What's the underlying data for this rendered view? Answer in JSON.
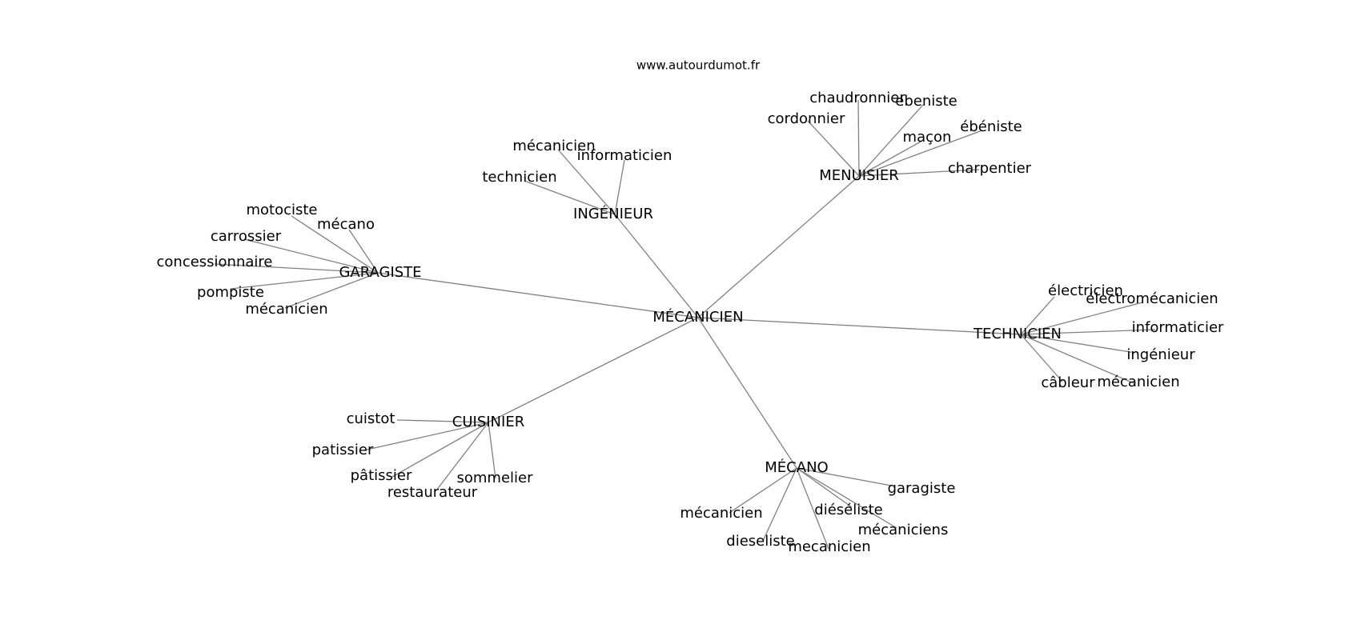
{
  "header": {
    "site": "www.autourdumot.fr"
  },
  "graph": {
    "center": {
      "id": "c",
      "label": "MÉCANICIEN"
    },
    "hubs": [
      {
        "id": "garagiste",
        "label": "GARAGISTE"
      },
      {
        "id": "ingenieur",
        "label": "INGÉNIEUR"
      },
      {
        "id": "menuisier",
        "label": "MENUISIER"
      },
      {
        "id": "technicien",
        "label": "TECHNICIEN"
      },
      {
        "id": "mecano",
        "label": "MÉCANO"
      },
      {
        "id": "cuisinier",
        "label": "CUISINIER"
      }
    ],
    "leaves": [
      {
        "id": "g1",
        "hub": "garagiste",
        "label": "motociste"
      },
      {
        "id": "g2",
        "hub": "garagiste",
        "label": "mécano"
      },
      {
        "id": "g3",
        "hub": "garagiste",
        "label": "carrossier"
      },
      {
        "id": "g4",
        "hub": "garagiste",
        "label": "concessionnaire"
      },
      {
        "id": "g5",
        "hub": "garagiste",
        "label": "pompiste"
      },
      {
        "id": "g6",
        "hub": "garagiste",
        "label": "mécanicien"
      },
      {
        "id": "i1",
        "hub": "ingenieur",
        "label": "mécanicien"
      },
      {
        "id": "i2",
        "hub": "ingenieur",
        "label": "informaticien"
      },
      {
        "id": "i3",
        "hub": "ingenieur",
        "label": "technicien"
      },
      {
        "id": "m1",
        "hub": "menuisier",
        "label": "chaudronnier"
      },
      {
        "id": "m2",
        "hub": "menuisier",
        "label": "ebeniste"
      },
      {
        "id": "m3",
        "hub": "menuisier",
        "label": "cordonnier"
      },
      {
        "id": "m4",
        "hub": "menuisier",
        "label": "maçon"
      },
      {
        "id": "m5",
        "hub": "menuisier",
        "label": "ébéniste"
      },
      {
        "id": "m6",
        "hub": "menuisier",
        "label": "charpentier"
      },
      {
        "id": "t1",
        "hub": "technicien",
        "label": "électricien"
      },
      {
        "id": "t2",
        "hub": "technicien",
        "label": "électromécanicien"
      },
      {
        "id": "t3",
        "hub": "technicien",
        "label": "informaticier"
      },
      {
        "id": "t4",
        "hub": "technicien",
        "label": "ingénieur"
      },
      {
        "id": "t5",
        "hub": "technicien",
        "label": "câbleur"
      },
      {
        "id": "t6",
        "hub": "technicien",
        "label": "mécanicien"
      },
      {
        "id": "k1",
        "hub": "cuisinier",
        "label": "cuistot"
      },
      {
        "id": "k2",
        "hub": "cuisinier",
        "label": "patissier"
      },
      {
        "id": "k3",
        "hub": "cuisinier",
        "label": "pâtissier"
      },
      {
        "id": "k4",
        "hub": "cuisinier",
        "label": "sommelier"
      },
      {
        "id": "k5",
        "hub": "cuisinier",
        "label": "restaurateur"
      },
      {
        "id": "o1",
        "hub": "mecano",
        "label": "garagiste"
      },
      {
        "id": "o2",
        "hub": "mecano",
        "label": "diéséliste"
      },
      {
        "id": "o3",
        "hub": "mecano",
        "label": "mécanicien"
      },
      {
        "id": "o4",
        "hub": "mecano",
        "label": "mécaniciens"
      },
      {
        "id": "o5",
        "hub": "mecano",
        "label": "dieseliste"
      },
      {
        "id": "o6",
        "hub": "mecano",
        "label": "mecanicien"
      }
    ]
  },
  "colors": {
    "edge": "#808080",
    "text": "#000000",
    "background": "#ffffff"
  }
}
